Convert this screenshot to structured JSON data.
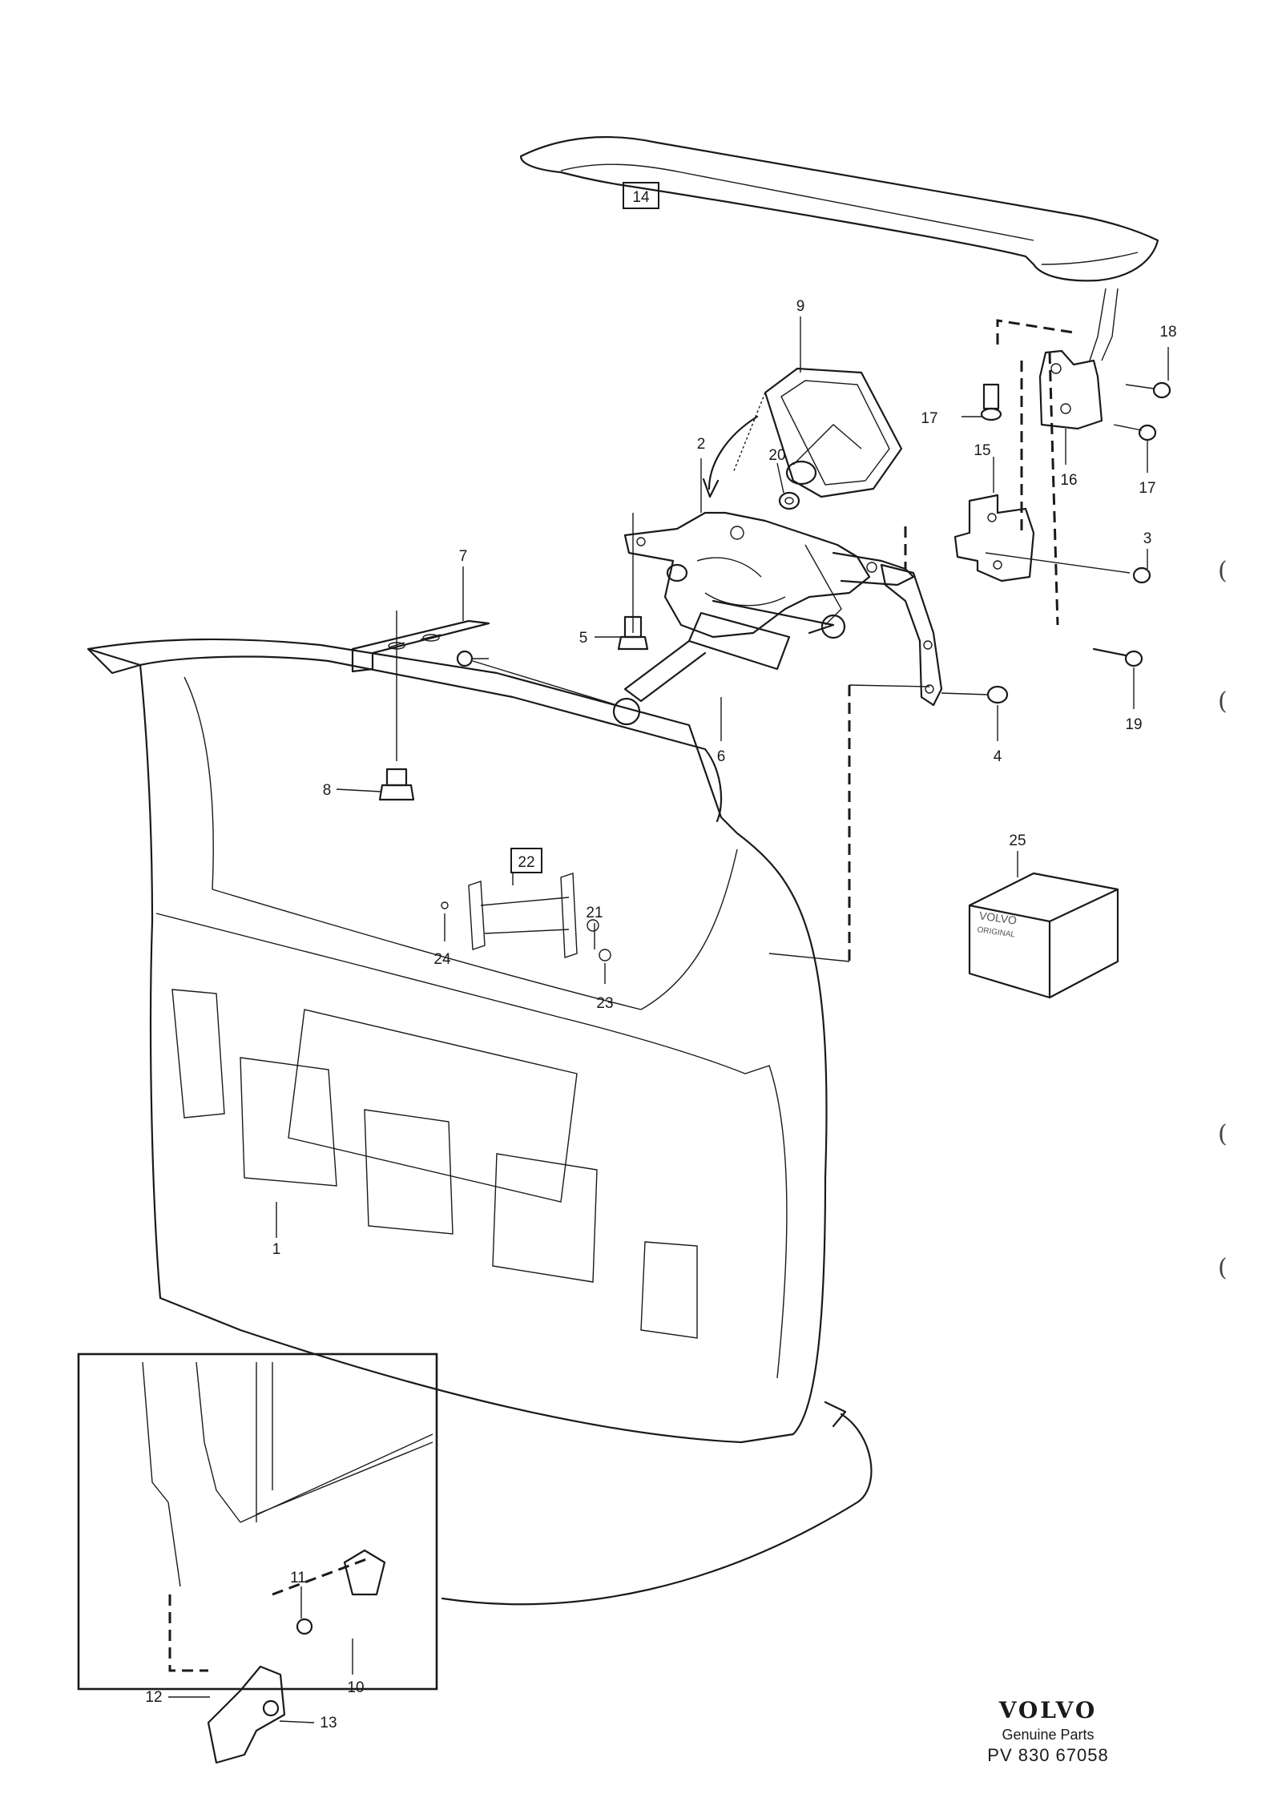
{
  "diagram": {
    "callouts": {
      "c1": "1",
      "c2": "2",
      "c3": "3",
      "c4": "4",
      "c5": "5",
      "c6": "6",
      "c7": "7",
      "c8": "8",
      "c9": "9",
      "c10": "10",
      "c11": "11",
      "c12": "12",
      "c13": "13",
      "c14": "14",
      "c15": "15",
      "c16": "16",
      "c17a": "17",
      "c17b": "17",
      "c18": "18",
      "c19": "19",
      "c20": "20",
      "c21": "21",
      "c22": "22",
      "c23": "23",
      "c24": "24",
      "c25": "25"
    },
    "box_label": "VOLVO\nORIGINAL",
    "margin_marks": [
      "(",
      "(",
      "(",
      "("
    ]
  },
  "brand": {
    "logo": "VOLVO",
    "subtitle": "Genuine Parts",
    "code": "PV 830 67058"
  }
}
